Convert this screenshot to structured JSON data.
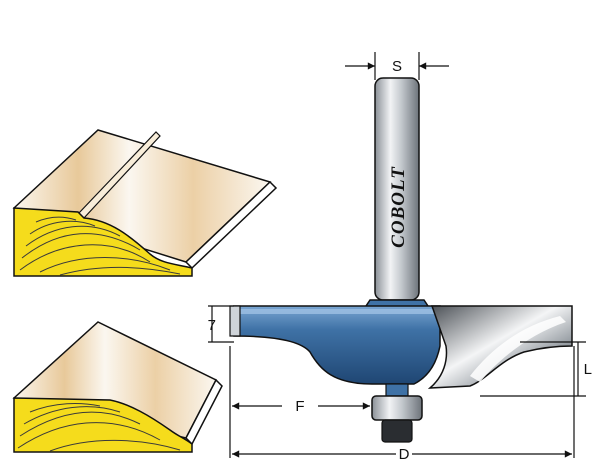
{
  "brand": "COBOLT",
  "dimensions": {
    "shank_diameter": "S",
    "thickness": "7",
    "depth": "L",
    "profile_width": "F",
    "overall_diameter": "D"
  },
  "colors": {
    "cutter_body": "#2e5d8f",
    "cutter_highlight": "#6f9ccc",
    "shank": "#b9bec4",
    "wood": "#f5dc1c",
    "grain": "#3a3a3a",
    "board_shade": "#e8c99a",
    "outline": "#111111"
  }
}
